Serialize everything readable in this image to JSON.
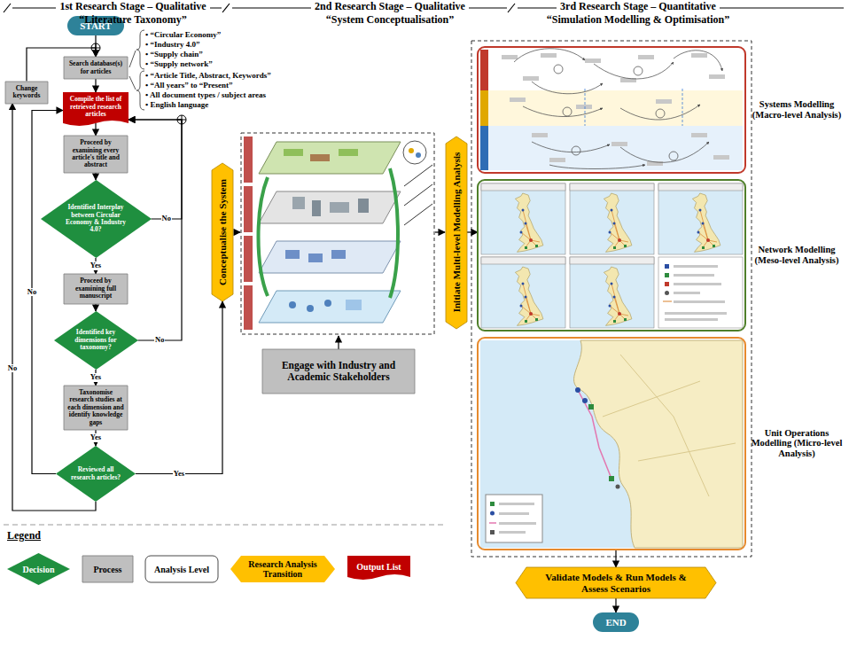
{
  "diagram": {
    "nodes": [
      {
        "text": [
          "START"
        ]
      },
      {
        "text": [
          "Search database(s) for articles"
        ]
      },
      {
        "text": [
          "Change keywords"
        ]
      },
      {
        "text": [
          "Compile the list of retrieved research articles"
        ]
      },
      {
        "text": [
          "Proceed by examining every article's title and abstract"
        ]
      },
      {
        "text": [
          "Identified Interplay between Circular Economy & Industry 4.0?"
        ]
      },
      {
        "text": [
          "Proceed by examining full manuscript"
        ]
      },
      {
        "text": [
          "Identified key dimensions for taxonomy?"
        ]
      },
      {
        "text": [
          "Taxonomise research studies at each dimension and identify knowledge gaps"
        ]
      },
      {
        "text": [
          "Reviewed all research articles?"
        ]
      },
      {
        "text": [
          "Conceptualise the System"
        ]
      },
      {
        "text": [
          "Engage with Industry and Academic Stakeholders"
        ]
      },
      {
        "text": [
          "Initiate Multi-level Modelling Analysis"
        ]
      },
      {
        "text": [
          "Systems Modelling (Macro-level Analysis)"
        ]
      },
      {
        "text": [
          "Network Modelling (Meso-level Analysis)"
        ]
      },
      {
        "text": [
          "Unit Operations Modelling (Micro-level Analysis)"
        ]
      },
      {
        "text": [
          "Validate Models & Run Models & Assess Scenarios"
        ]
      },
      {
        "text": [
          "END"
        ]
      }
    ],
    "edges": [
      {
        "from": 0,
        "to": 1,
        "arrow": "to"
      },
      {
        "from": 2,
        "to": 1,
        "arrow": "to"
      },
      {
        "from": 1,
        "to": 3,
        "arrow": "to"
      },
      {
        "from": 3,
        "to": 4,
        "arrow": "to"
      },
      {
        "from": 4,
        "to": 5,
        "arrow": "to"
      },
      {
        "from": 5,
        "to": 6,
        "label": "Yes",
        "arrow": "to"
      },
      {
        "from": 5,
        "to": 3,
        "label": "No",
        "arrow": "to"
      },
      {
        "from": 6,
        "to": 7,
        "arrow": "to"
      },
      {
        "from": 7,
        "to": 8,
        "label": "Yes",
        "arrow": "to"
      },
      {
        "from": 7,
        "to": 3,
        "label": "No",
        "arrow": "to"
      },
      {
        "from": 8,
        "to": 9,
        "label": "Yes",
        "arrow": "to"
      },
      {
        "from": 9,
        "to": 3,
        "label": "No",
        "arrow": "to"
      },
      {
        "from": 9,
        "to": 2,
        "label": "No",
        "arrow": "to"
      },
      {
        "from": 9,
        "to": 10,
        "label": "Yes",
        "arrow": "to"
      },
      {
        "from": 12,
        "to": 14,
        "arrow": "to"
      },
      {
        "from": 15,
        "to": 16,
        "arrow": "to"
      },
      {
        "from": 16,
        "to": 17,
        "arrow": "to"
      }
    ],
    "labels": [
      "1st Research Stage – Qualitative",
      "“Literature Taxonomy”",
      "2nd Research Stage – Qualitative",
      "“System Conceptualisation”",
      "3rd Research Stage – Quantitative",
      "“Simulation Modelling & Optimisation”",
      "• “Circular Economy”",
      "• “Industry 4.0”",
      "• “Supply chain”",
      "• “Supply network”",
      "• “Article Title, Abstract, Keywords”",
      "• “All years” to “Present”",
      "• All document types / subject areas",
      "• English language",
      "Legend"
    ],
    "legend": [
      {
        "text": "Decision",
        "color": "#1f8f3f"
      },
      {
        "text": "Process",
        "color": "#bfbfbf"
      },
      {
        "text": "Analysis Level",
        "color": "#ffffff"
      },
      {
        "text": "Research Analysis Transition",
        "color": "#ffc000"
      },
      {
        "text": "Output List",
        "color": "#c00000"
      }
    ]
  }
}
